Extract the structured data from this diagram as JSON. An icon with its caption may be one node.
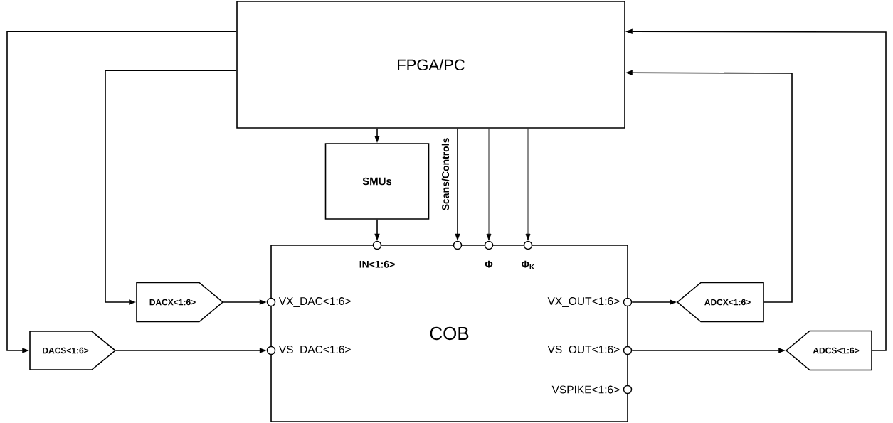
{
  "diagram": {
    "nodes": [
      {
        "text": [
          "FPGA/PC"
        ]
      },
      {
        "text": [
          "SMUs"
        ]
      },
      {
        "text": [
          "COB"
        ]
      },
      {
        "text": [],
        "shape": "circle"
      },
      {
        "text": [],
        "shape": "circle"
      },
      {
        "text": [],
        "shape": "circle"
      },
      {
        "text": [],
        "shape": "circle"
      },
      {
        "text": [],
        "shape": "circle",
        "beside": [
          "VX_DAC<1:6>"
        ]
      },
      {
        "text": [],
        "shape": "circle",
        "beside": [
          "VS_DAC<1:6>"
        ]
      },
      {
        "text": [],
        "shape": "circle",
        "beside": [
          "VX_OUT<1:6>"
        ]
      },
      {
        "text": [],
        "shape": "circle",
        "beside": [
          "VS_OUT<1:6>"
        ]
      },
      {
        "text": [],
        "shape": "circle",
        "beside": [
          "VSPIKE<1:6>"
        ]
      },
      {
        "text": [
          "DACX<1:6>"
        ]
      },
      {
        "text": [
          "DACS<1:6>"
        ]
      },
      {
        "text": [
          "ADCX<1:6>"
        ]
      },
      {
        "text": [
          "ADCS<1:6>"
        ]
      }
    ],
    "edges": [
      {
        "from": 0,
        "to": 1,
        "arrow": "to"
      },
      {
        "from": 1,
        "to": 3,
        "arrow": "to"
      },
      {
        "from": 0,
        "to": 4,
        "arrow": "to",
        "label": "Scans/Controls"
      },
      {
        "from": 0,
        "to": 5,
        "arrow": "to"
      },
      {
        "from": 0,
        "to": 6,
        "arrow": "to"
      },
      {
        "from": 0,
        "to": 12,
        "arrow": "to"
      },
      {
        "from": 0,
        "to": 13,
        "arrow": "to"
      },
      {
        "from": 12,
        "to": 7,
        "arrow": "to"
      },
      {
        "from": 13,
        "to": 8,
        "arrow": "to"
      },
      {
        "from": 9,
        "to": 14,
        "arrow": "to"
      },
      {
        "from": 10,
        "to": 15,
        "arrow": "to"
      },
      {
        "from": 14,
        "to": 0,
        "arrow": "to"
      },
      {
        "from": 15,
        "to": 0,
        "arrow": "to"
      }
    ],
    "labels": [
      "IN<1:6>",
      "Φ",
      "Φ$_{K}$"
    ]
  }
}
